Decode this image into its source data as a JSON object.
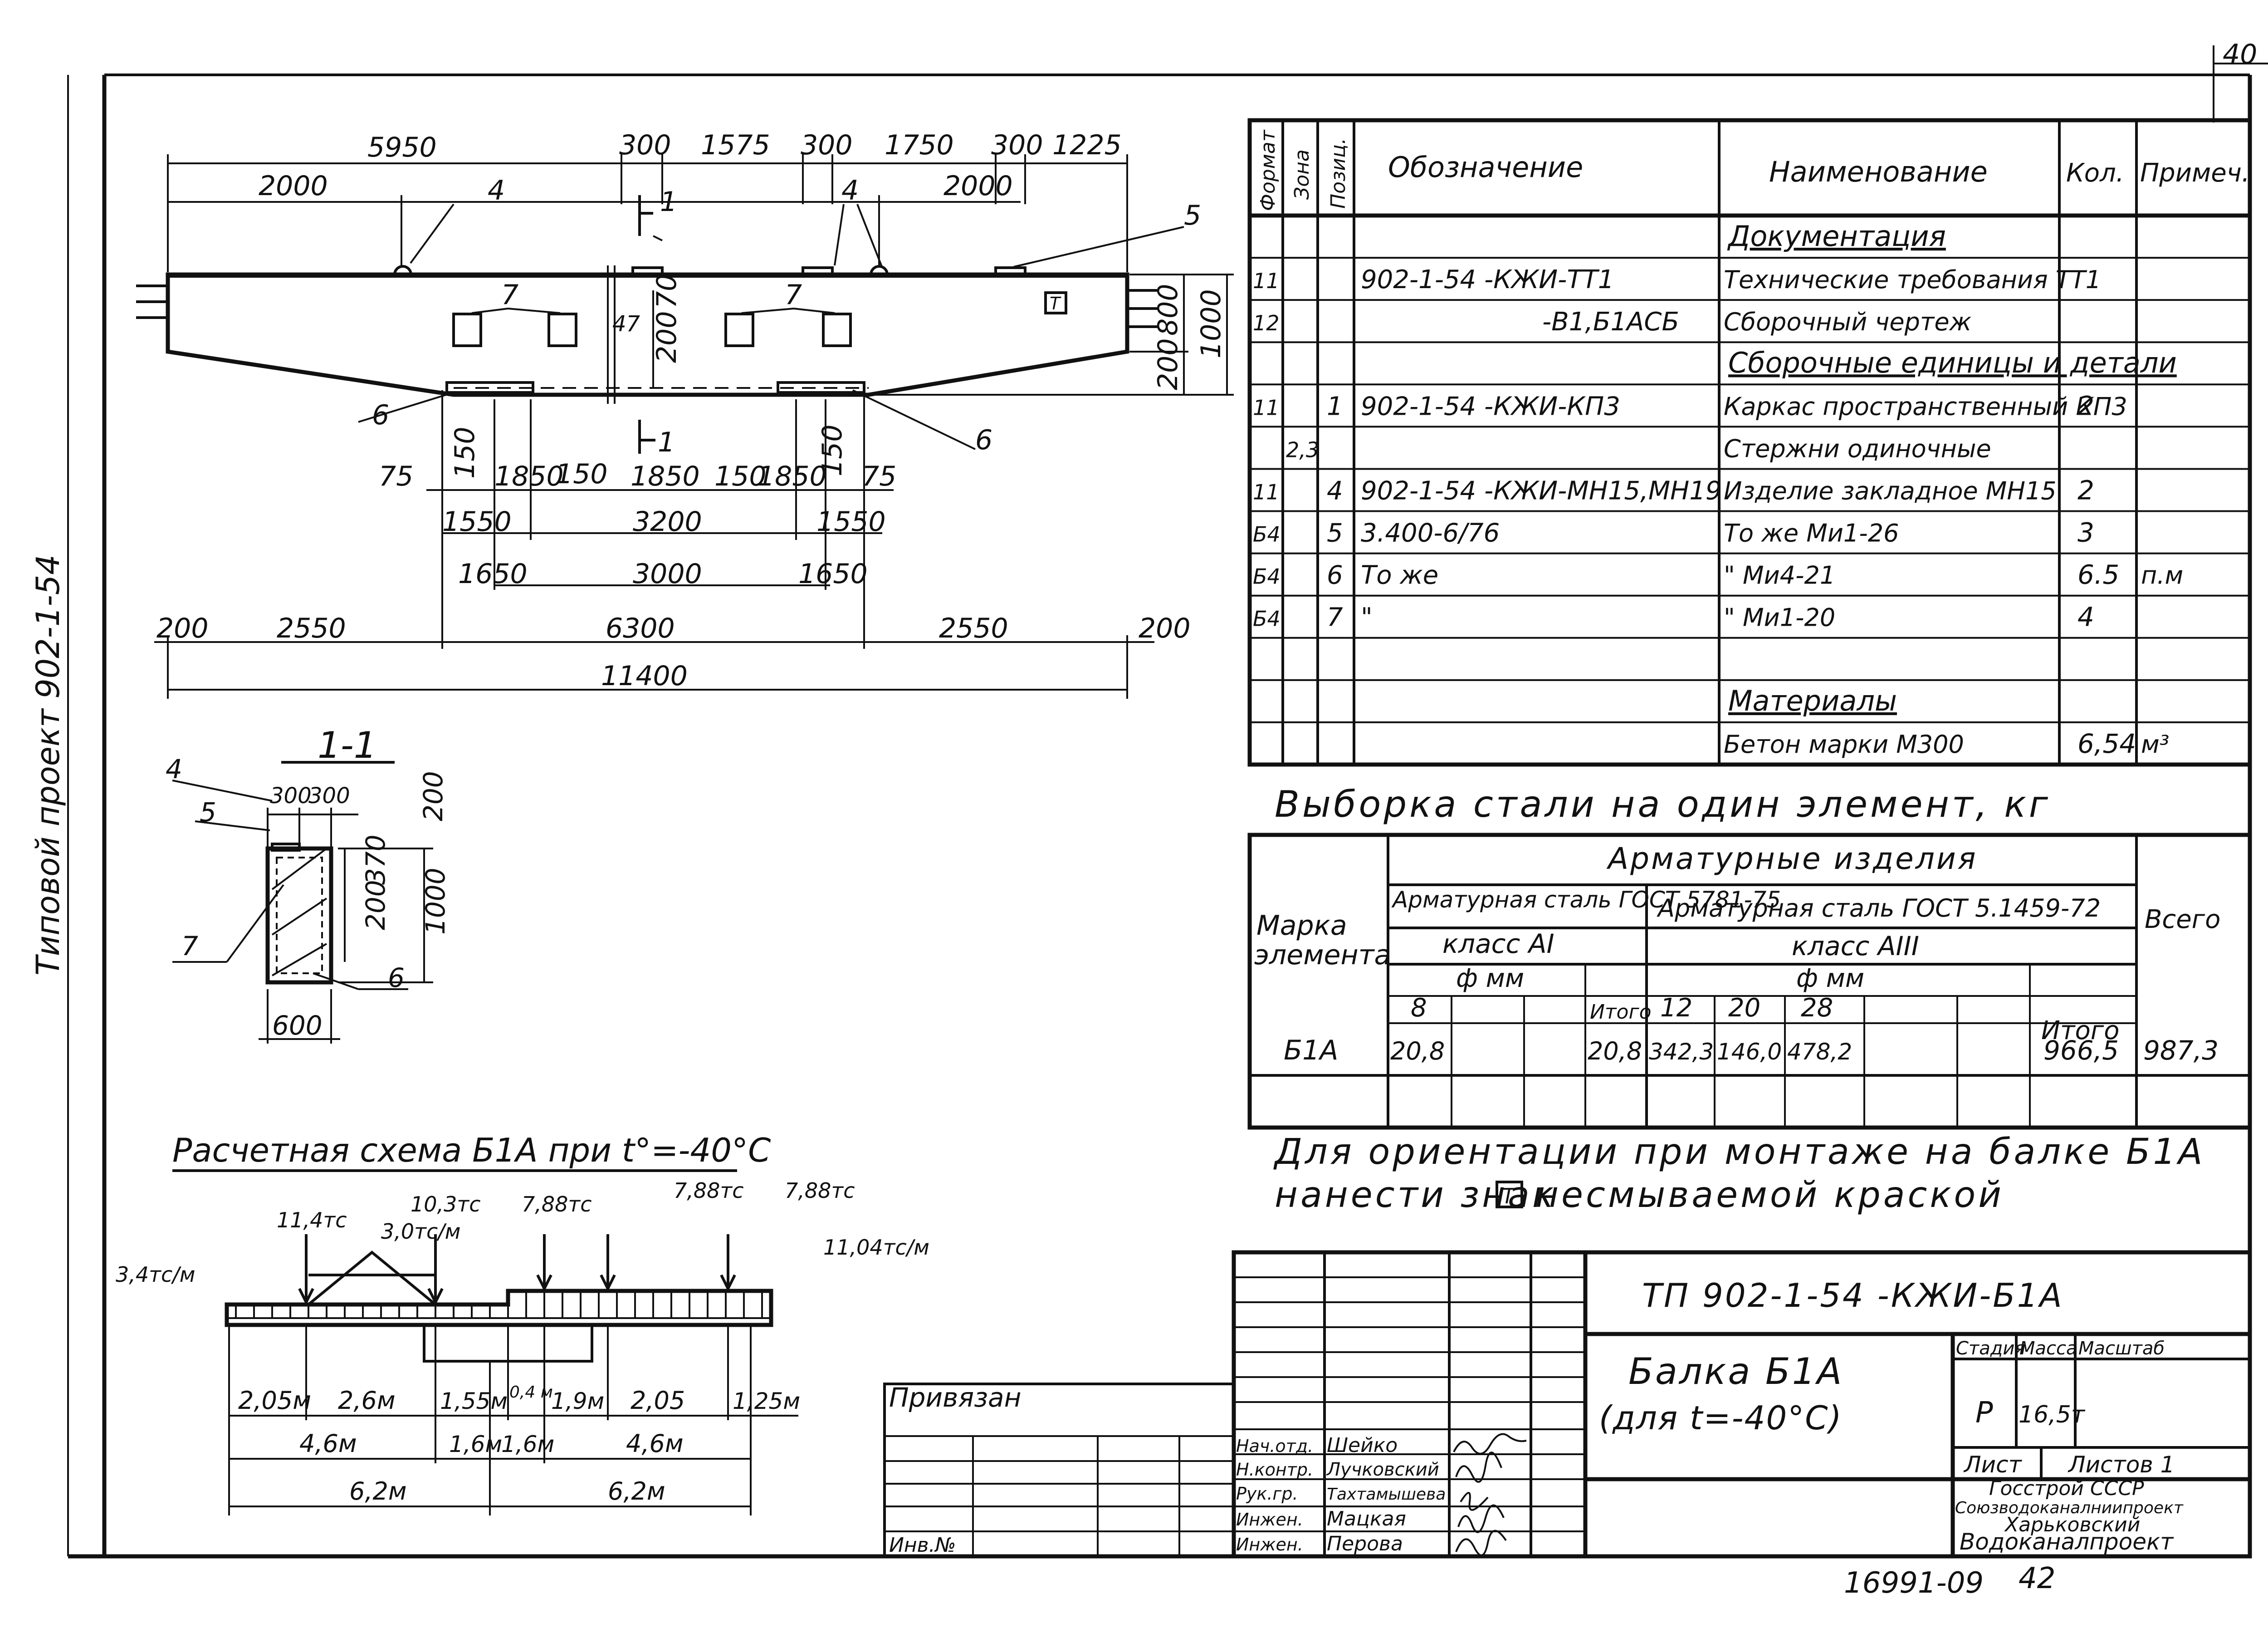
{
  "sheet_number": "40",
  "side_text": "Типовой проект 902-1-54",
  "elevation": {
    "dims_top": [
      "5950",
      "300",
      "1575",
      "300",
      "1750",
      "300",
      "1225"
    ],
    "dims_second": [
      "2000",
      "2000"
    ],
    "dims_bottom_row1": [
      "75",
      "150",
      "1850",
      "150",
      "1850",
      "150",
      "1850",
      "150",
      "75"
    ],
    "dims_bottom_row2": [
      "1550",
      "3200",
      "1550"
    ],
    "dims_bottom_row3": [
      "1650",
      "3000",
      "1650"
    ],
    "dims_bottom_row4": [
      "200",
      "2550",
      "6300",
      "2550",
      "200"
    ],
    "dims_total": "11400",
    "dims_right": [
      "800",
      "200",
      "1000"
    ],
    "dims_mid": [
      "70",
      "200"
    ],
    "small_dim": "47",
    "section_mark": "1",
    "orientation_sign": "Т",
    "callouts": [
      "4",
      "4",
      "5",
      "7",
      "7",
      "6",
      "6"
    ]
  },
  "section": {
    "title": "1-1",
    "dims": [
      "300",
      "300",
      "200",
      "370",
      "200",
      "1000",
      "600"
    ],
    "callouts": [
      "4",
      "5",
      "7",
      "6"
    ]
  },
  "spec_table": {
    "headers": [
      "Формат",
      "Зона",
      "Позиц.",
      "Обозначение",
      "Наименование",
      "Кол.",
      "Примеч."
    ],
    "rows": [
      {
        "fmt": "",
        "zone": "",
        "pos": "",
        "code": "",
        "name": "Документация",
        "qty": "",
        "note": "",
        "heading": true
      },
      {
        "fmt": "11",
        "zone": "",
        "pos": "",
        "code": "902-1-54 -КЖИ-ТТ1",
        "name": "Технические требования ТТ1",
        "qty": "",
        "note": ""
      },
      {
        "fmt": "12",
        "zone": "",
        "pos": "",
        "code": "-В1,Б1АСБ",
        "name": "Сборочный чертеж",
        "qty": "",
        "note": ""
      },
      {
        "fmt": "",
        "zone": "",
        "pos": "",
        "code": "",
        "name": "Сборочные единицы и детали",
        "qty": "",
        "note": "",
        "heading": true
      },
      {
        "fmt": "11",
        "zone": "",
        "pos": "1",
        "code": "902-1-54 -КЖИ-КП3",
        "name": "Каркас пространственный КП3",
        "qty": "2",
        "note": ""
      },
      {
        "fmt": "",
        "zone": "2,3",
        "pos": "",
        "code": "",
        "name": "Стержни одиночные",
        "qty": "",
        "note": ""
      },
      {
        "fmt": "11",
        "zone": "",
        "pos": "4",
        "code": "902-1-54 -КЖИ-МН15,МН19",
        "name": "Изделие закладное МН15",
        "qty": "2",
        "note": ""
      },
      {
        "fmt": "Б4",
        "zone": "",
        "pos": "5",
        "code": "3.400-6/76",
        "name": "То же          Ми1-26",
        "qty": "3",
        "note": ""
      },
      {
        "fmt": "Б4",
        "zone": "",
        "pos": "6",
        "code": "То же",
        "name": "\"            Ми4-21",
        "qty": "6.5",
        "note": "п.м"
      },
      {
        "fmt": "Б4",
        "zone": "",
        "pos": "7",
        "code": "\"",
        "name": "\"            Ми1-20",
        "qty": "4",
        "note": ""
      },
      {
        "fmt": "",
        "zone": "",
        "pos": "",
        "code": "",
        "name": "",
        "qty": "",
        "note": ""
      },
      {
        "fmt": "",
        "zone": "",
        "pos": "",
        "code": "",
        "name": "Материалы",
        "qty": "",
        "note": "",
        "heading": true
      },
      {
        "fmt": "",
        "zone": "",
        "pos": "",
        "code": "",
        "name": "Бетон марки М300",
        "qty": "6,54",
        "note": "м³"
      }
    ]
  },
  "steel_table": {
    "title": "Выборка стали на один элемент, кг",
    "col_mark": "Марка элемента",
    "group": "Арматурные изделия",
    "steel1": "Арматурная сталь ГОСТ 5781-75",
    "class1": "класс АI",
    "steel2": "Арматурная сталь ГОСТ 5.1459-72",
    "class2": "класс АIII",
    "dia_label": "ф мм",
    "itogo": "Итого",
    "total": "Всего",
    "dia1": [
      "8"
    ],
    "dia2": [
      "12",
      "20",
      "28"
    ],
    "row": {
      "mark": "Б1А",
      "a1": [
        "20,8"
      ],
      "a1_total": "20,8",
      "a3": [
        "342,3",
        "146,0",
        "478,2"
      ],
      "a3_total": "966,5",
      "total": "987,3"
    }
  },
  "note": {
    "line1": "Для ориентации при монтаже на балке Б1А",
    "line2": "нанести знак",
    "sign": "Т",
    "line2_end": "несмываемой краской"
  },
  "calc_scheme": {
    "title": "Расчетная схема Б1А при t°=-40°С",
    "loads": [
      "11,4тс",
      "10,3тс",
      "3,0тс/м",
      "7,88тс",
      "7,88тс",
      "7,88тс",
      "3,4тс/м",
      "11,04тс/м"
    ],
    "dims1": [
      "2,05м",
      "2,6м",
      "1,55м",
      "0,4 м",
      "1,9м",
      "2,05",
      "1,25м"
    ],
    "dims2": [
      "4,6м",
      "1,6м",
      "1,6м",
      "4,6м"
    ],
    "dims3": [
      "6,2м",
      "6,2м"
    ]
  },
  "title_block": {
    "bound_label": "Привязан",
    "inv_label": "Инв.№",
    "code": "ТП 902-1-54 -КЖИ-Б1А",
    "name_line1": "Балка Б1А",
    "name_line2": "(для t=-40°С)",
    "col_stage": "Стадия",
    "col_mass": "Масса",
    "col_scale": "Масштаб",
    "stage": "Р",
    "mass": "16,5т",
    "sheet_label": "Лист",
    "sheets_label": "Листов 1",
    "org1": "Госстрой СССР",
    "org2": "Союзводоканалниипроект",
    "org3": "Харьковский",
    "org4": "Водоканалпроект",
    "signers": [
      {
        "role": "Нач.отд.",
        "name": "Шейко"
      },
      {
        "role": "Н.контр.",
        "name": "Лучковский"
      },
      {
        "role": "Рук.гр.",
        "name": "Тахтамышева"
      },
      {
        "role": "Инжен.",
        "name": "Мацкая"
      },
      {
        "role": "Инжен.",
        "name": "Перова"
      }
    ]
  },
  "footer_number": "16991-09",
  "footer_page": "42"
}
